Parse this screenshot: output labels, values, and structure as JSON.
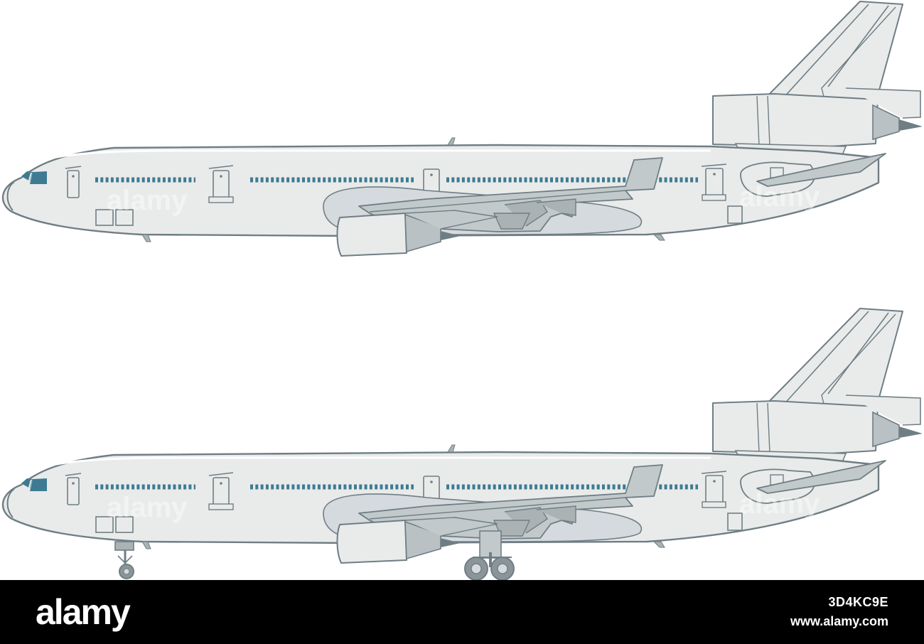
{
  "colors": {
    "background": "#ffffff",
    "footer": "#000000",
    "fuselage": "#e9ebea",
    "outline": "#6f7e84",
    "wing": "#c2c9ca",
    "wing_dark": "#aab2b4",
    "wing_shadow": "#d5dade",
    "window": "#3e7b93",
    "tire": "#8b9599"
  },
  "aircraft": [
    {
      "view": "side profile",
      "landing_gear": "retracted"
    },
    {
      "view": "side profile",
      "landing_gear": "extended"
    }
  ],
  "footer": {
    "logo": "alamy",
    "image_id": "3D4KC9E",
    "url": "www.alamy.com"
  },
  "watermark": "alamy"
}
